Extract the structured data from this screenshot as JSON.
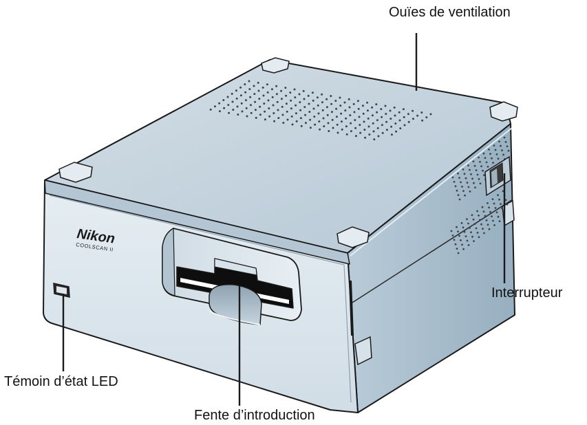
{
  "device": {
    "brand": "Nikon",
    "model": "COOLSCAN II"
  },
  "callouts": {
    "ventilation": "Ouïes de ventilation",
    "power_switch": "Interrupteur",
    "status_led": "Témoin d’état LED",
    "film_slot": "Fente d’introduction"
  },
  "colors": {
    "top_panel": "#c3d2dd",
    "front_panel": "#dce6ed",
    "side_panel": "#a7bccb",
    "outline": "#1a1a1a"
  }
}
